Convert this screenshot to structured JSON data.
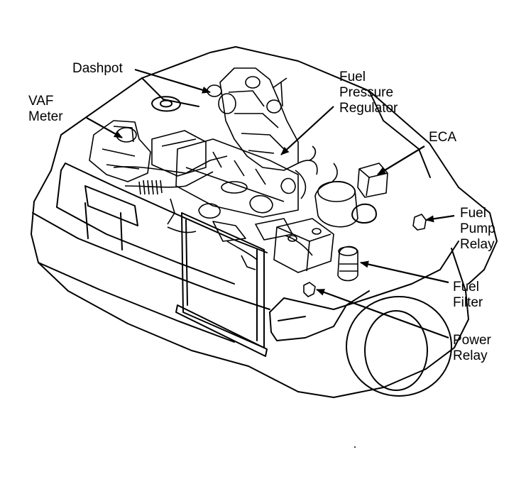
{
  "diagram": {
    "labels": {
      "dashpot": [
        "Dashpot"
      ],
      "vaf_meter": [
        "VAF",
        "Meter"
      ],
      "fuel_pressure_regulator": [
        "Fuel",
        "Pressure",
        "Regulator"
      ],
      "eca": [
        "ECA"
      ],
      "fuel_pump_relay": [
        "Fuel",
        "Pump",
        "Relay"
      ],
      "fuel_filter": [
        "Fuel",
        "Filter"
      ],
      "power_relay": [
        "Power",
        "Relay"
      ]
    },
    "colors": {
      "ink": "#000000",
      "paper": "#ffffff"
    }
  }
}
